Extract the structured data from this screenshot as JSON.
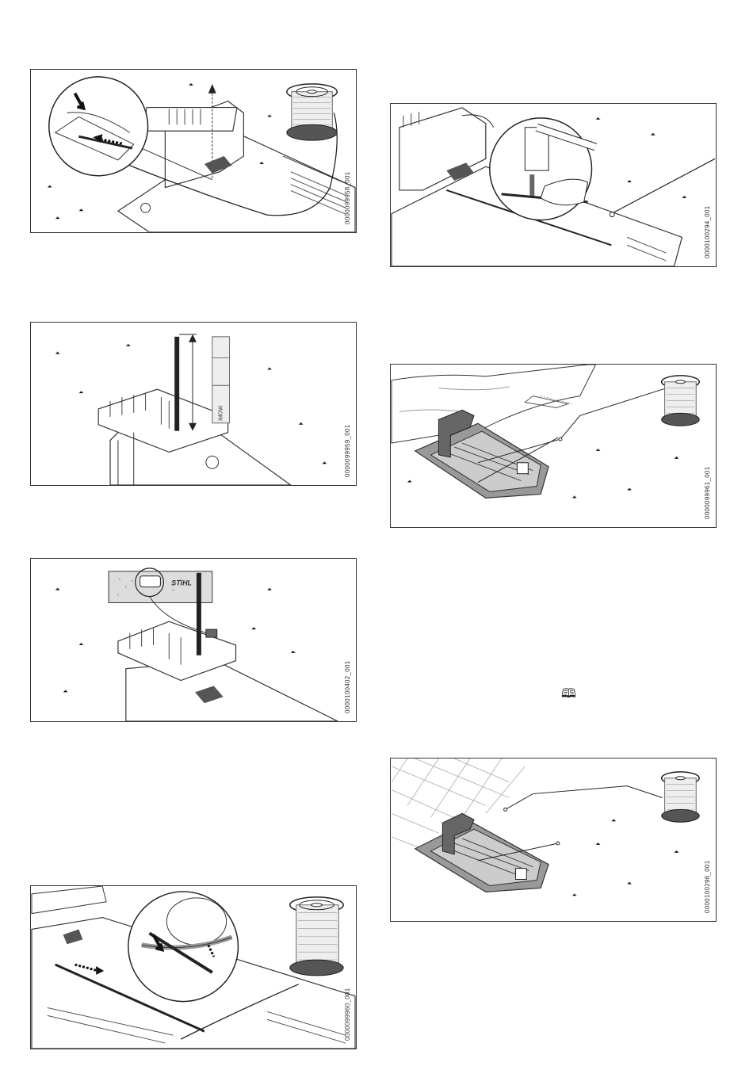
{
  "figures": [
    {
      "id": "fig1",
      "code": "0000099958_001"
    },
    {
      "id": "fig2",
      "code": "0000099959_001"
    },
    {
      "id": "fig3",
      "code": "0000100402_001"
    },
    {
      "id": "fig4",
      "code": "0000099960_001"
    },
    {
      "id": "fig5",
      "code": "0000100294_001"
    },
    {
      "id": "fig6",
      "code": "0000099961_001"
    },
    {
      "id": "fig7",
      "code": "0000100296_001"
    }
  ],
  "labels": {
    "stihl_brand": "STIHL",
    "imow_brand": "iMOW"
  },
  "icons": {
    "book_icon": "book-icon",
    "book_glyph": "🕮"
  }
}
